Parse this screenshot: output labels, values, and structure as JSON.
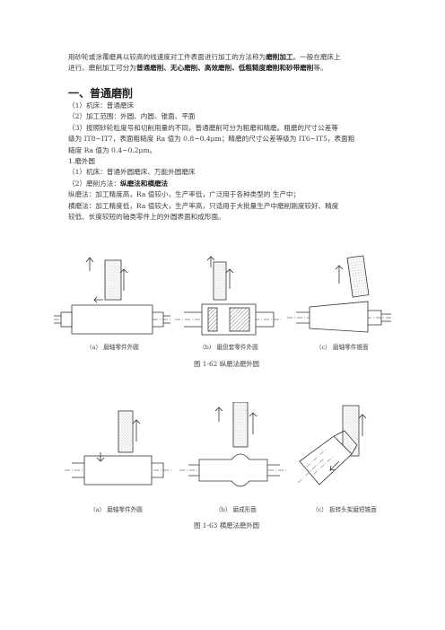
{
  "intro": {
    "line1_pre": "用砂轮或涂覆磨具以较高的线速度对工件表面进行加工的方法称为",
    "line1_bold": "磨削加工",
    "line1_post": "。一般在磨床上",
    "line2_pre": "进行。磨削加工可分为",
    "line2_bold": "普通磨削、无心磨削、高效磨削、低粗糙度磨削和砂带磨削",
    "line2_post": "等。"
  },
  "section1": {
    "title": "一、普通磨削",
    "item1": "（1）机床：普通磨床",
    "item2": "（2）加工范围：外圆、内圆、锥面、平面",
    "item3_l1": "（3）按照砂轮粒度号和切削用量的不同，普通磨削可分为粗磨和精磨。粗磨的尺寸公差等",
    "item3_l2": "级为 IT8~IT7，表面粗糙度 Ra 值为 0.8~0.4μm；精磨的尺寸公差等级为 IT6~IT5，表面粗",
    "item3_l3": "糙度 Ra 值为 0.4~0.2μm。",
    "sub1_title": "1.磨外圆",
    "sub1_item1": "（1）机床：普通外圆磨床、万能外圆磨床",
    "sub1_item2_pre": "（2）磨削方法：",
    "sub1_item2_bold": "纵磨法和横磨法",
    "zong": "纵磨法：加工精度高，Ra 值较小，生产率低，广泛用于各种类型的    生产中；",
    "heng_l1": "横磨法：加工精度低，Ra 值较大，生产率高，只适用于大批量生产中磨削刚度较好、精度",
    "heng_l2": "较低、长度较短的轴类零件上的外圆表面和成形面。"
  },
  "figure62": {
    "cap_a": "（a） 磨轴零件外圆",
    "cap_b": "（b） 磨盘套零件外圆",
    "cap_c": "（c） 磨轴零件锥面",
    "title": "图 1-62    纵磨法磨外圆"
  },
  "figure63": {
    "cap_a": "（a） 磨轴零件外圆",
    "cap_b": "（b） 磨成形面",
    "cap_c": "（c） 扳转头架磨短锥面",
    "title": "图 1-63    横磨法磨外圆"
  }
}
